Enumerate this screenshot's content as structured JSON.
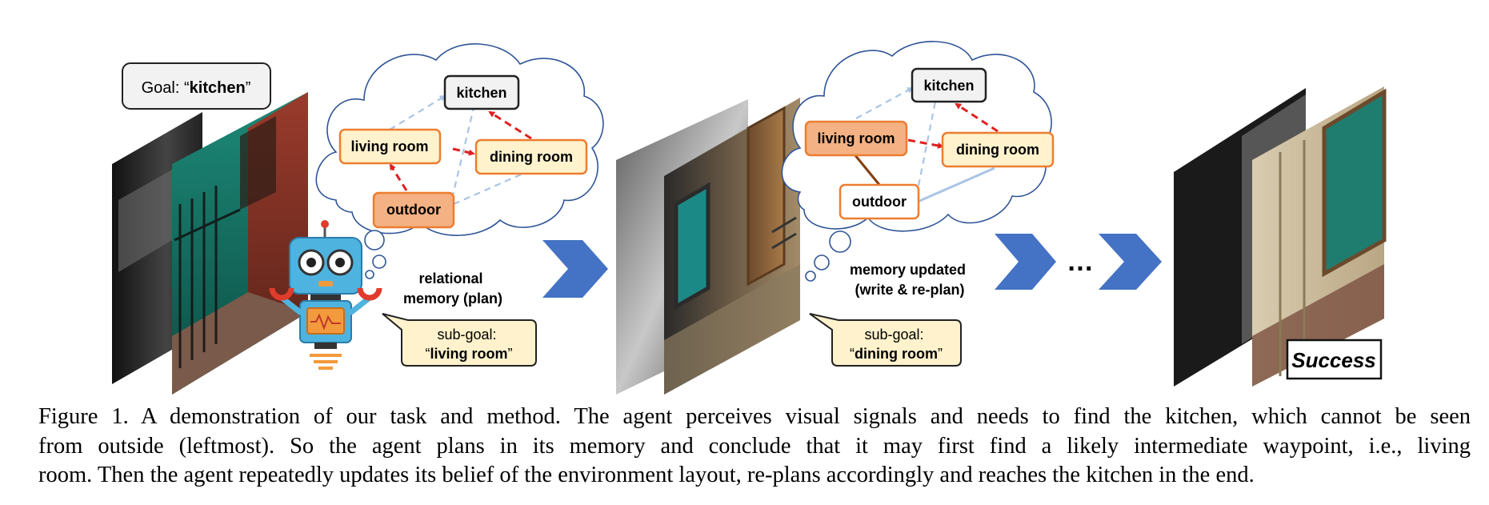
{
  "goal_box": {
    "prefix": "Goal: “",
    "word": "kitchen",
    "suffix": "”"
  },
  "memory_plan": {
    "nodes": {
      "kitchen": "kitchen",
      "living_room": "living room",
      "dining_room": "dining room",
      "outdoor": "outdoor"
    },
    "label_line1": "relational",
    "label_line2": "memory (plan)"
  },
  "memory_updated": {
    "nodes": {
      "kitchen": "kitchen",
      "living_room": "living room",
      "dining_room": "dining room",
      "outdoor": "outdoor"
    },
    "label_line1": "memory updated",
    "label_line2": "(write & re-plan)"
  },
  "subgoal_1": {
    "line1": "sub-goal:",
    "open_quote": "“",
    "word": "living room",
    "close_quote": "”"
  },
  "subgoal_2": {
    "line1": "sub-goal:",
    "open_quote": "“",
    "word": "dining room",
    "close_quote": "”"
  },
  "ellipsis": "…",
  "success": "Success",
  "colors": {
    "arrow_blue": "#4472c4",
    "node_fill_light": "#fff2cc",
    "node_fill_orange": "#f4b183",
    "node_border": "#ed7d31",
    "kitchen_fill": "#f2f2f2",
    "red_dashed": "#e02020",
    "light_blue_dashed": "#a9c4e6",
    "cloud_stroke": "#2f5597"
  },
  "caption": {
    "line1": "Figure 1. A demonstration of our task and method. The agent perceives visual signals and needs to find the kitchen, which cannot be seen",
    "line2": "from outside (leftmost).  So the agent plans in its memory and conclude that it may first find a likely intermediate waypoint, i.e., living",
    "line3": "room. Then the agent repeatedly updates its belief of the environment layout, re-plans accordingly and reaches the kitchen in the end."
  }
}
